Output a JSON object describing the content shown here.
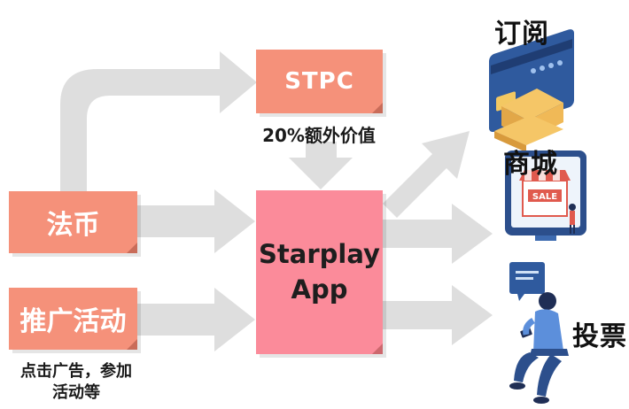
{
  "colors": {
    "source_box": "#f5917a",
    "stpc_box": "#f5917a",
    "app_box": "#fb8b9a",
    "arrow": "#dedede",
    "text_dark": "#1a1a1a"
  },
  "nodes": {
    "fiat": {
      "label": "法币"
    },
    "promotion": {
      "label": "推广活动",
      "note": "点击广告，参加活动等"
    },
    "stpc": {
      "label": "STPC",
      "note": "20%额外价值"
    },
    "app": {
      "label": "Starplay App"
    }
  },
  "outputs": {
    "subscription": {
      "label": "订阅",
      "icon": "credit-card-icon"
    },
    "store": {
      "label": "商城",
      "icon": "online-store-icon"
    },
    "vote": {
      "label": "投票",
      "icon": "person-with-phone-icon"
    }
  },
  "store_sign": "SALE"
}
